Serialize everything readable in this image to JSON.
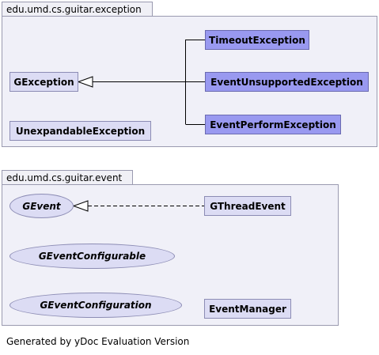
{
  "packages": {
    "exception": {
      "name": "edu.umd.cs.guitar.exception",
      "classes": {
        "gexception": "GException",
        "timeout": "TimeoutException",
        "unsupported": "EventUnsupportedException",
        "perform": "EventPerformException",
        "unexpandable": "UnexpandableException"
      }
    },
    "event": {
      "name": "edu.umd.cs.guitar.event",
      "classes": {
        "gevent": "GEvent",
        "gthreadevent": "GThreadEvent",
        "geventconfigurable": "GEventConfigurable",
        "geventconfiguration": "GEventConfiguration",
        "eventmanager": "EventManager"
      }
    }
  },
  "footer": "Generated by yDoc Evaluation Version"
}
